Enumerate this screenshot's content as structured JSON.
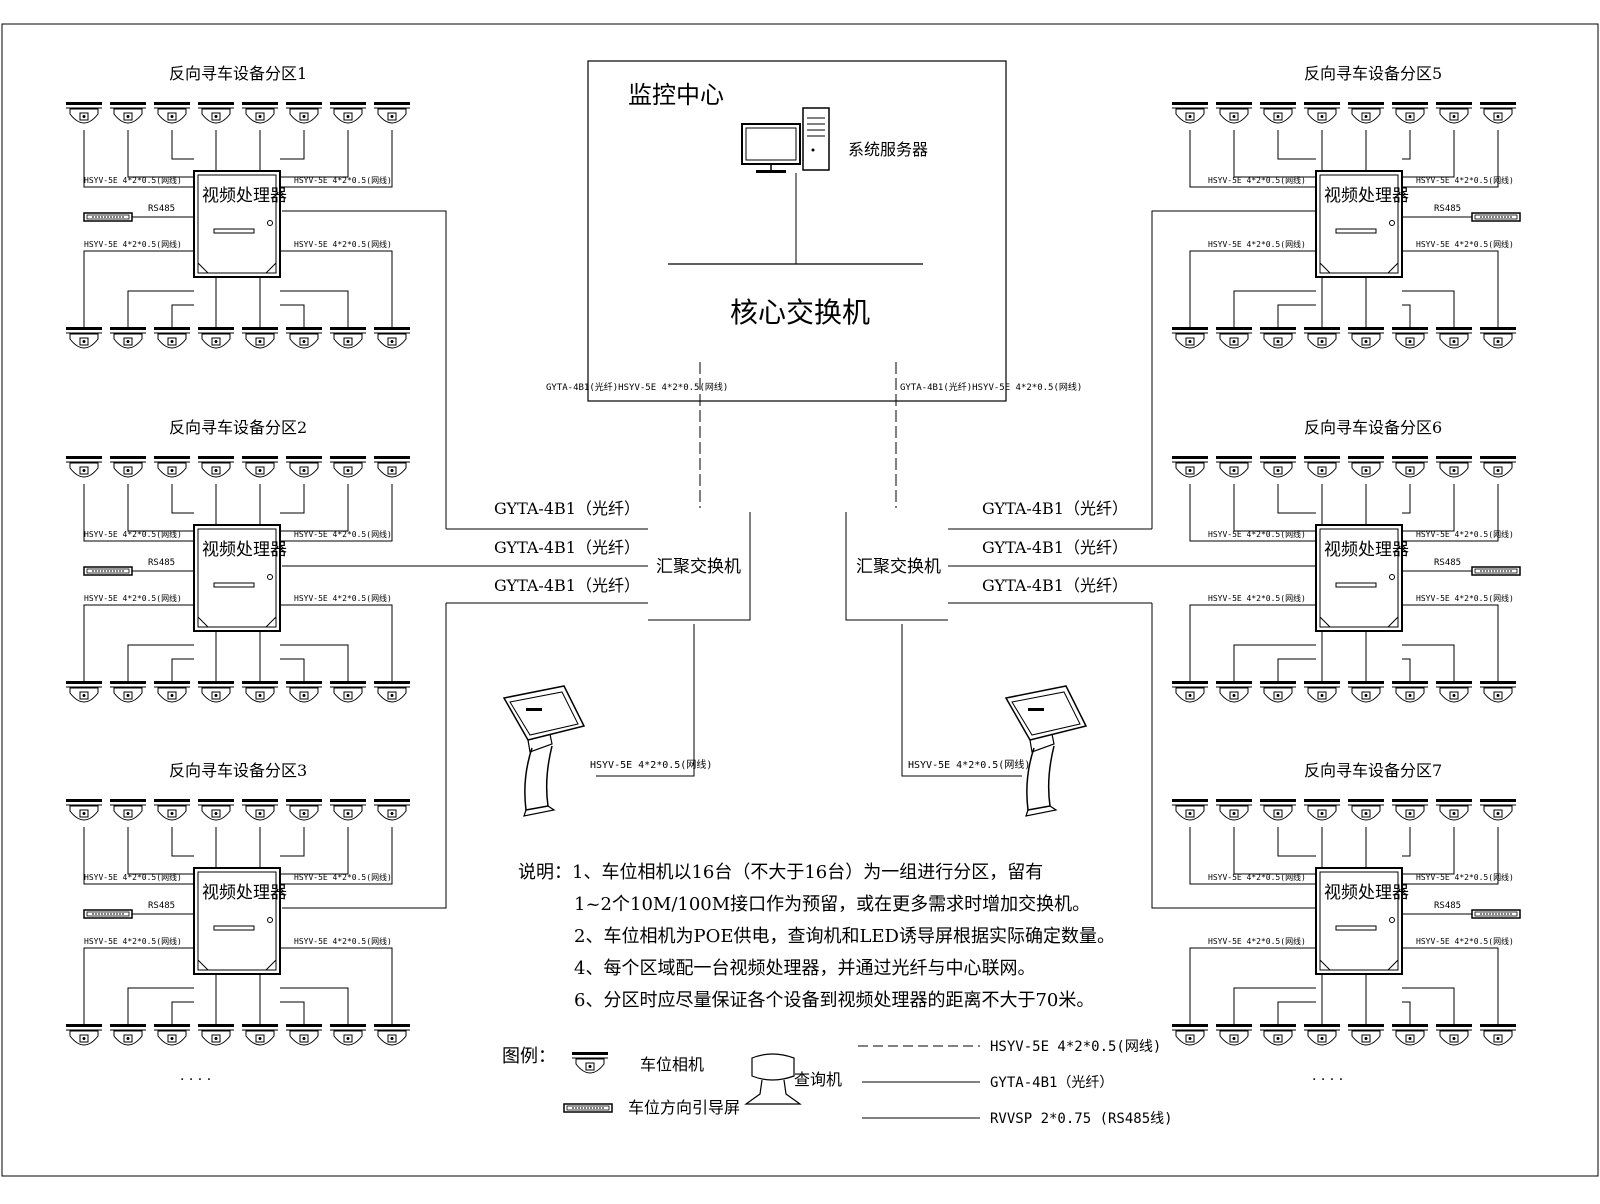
{
  "monitor_center": {
    "title": "监控中心",
    "server_label": "系统服务器",
    "core_switch_label": "核心交换机",
    "left_cable_label": "GYTA-4B1(光纤)HSYV-5E 4*2*0.5(网线)",
    "right_cable_label": "GYTA-4B1(光纤)HSYV-5E 4*2*0.5(网线)"
  },
  "aggregation": {
    "left_label": "汇聚交换机",
    "right_label": "汇聚交换机",
    "fiber_labels_left": [
      "GYTA-4B1（光纤）",
      "GYTA-4B1（光纤）",
      "GYTA-4B1（光纤）"
    ],
    "fiber_labels_right": [
      "GYTA-4B1（光纤）",
      "GYTA-4B1（光纤）",
      "GYTA-4B1（光纤）"
    ],
    "kiosk_cable_left": "HSYV-5E 4*2*0.5(网线)",
    "kiosk_cable_right": "HSYV-5E 4*2*0.5(网线)"
  },
  "zones": [
    {
      "title": "反向寻车设备分区1",
      "processor": "视频处理器",
      "rs485": "RS485",
      "cable_top": "HSYV-5E 4*2*0.5(网线)",
      "cable_bottom": "HSYV-5E 4*2*0.5(网线)"
    },
    {
      "title": "反向寻车设备分区2",
      "processor": "视频处理器",
      "rs485": "RS485",
      "cable_top": "HSYV-5E 4*2*0.5(网线)",
      "cable_bottom": "HSYV-5E 4*2*0.5(网线)"
    },
    {
      "title": "反向寻车设备分区3",
      "processor": "视频处理器",
      "rs485": "RS485",
      "cable_top": "HSYV-5E 4*2*0.5(网线)",
      "cable_bottom": "HSYV-5E 4*2*0.5(网线)"
    },
    {
      "title": "反向寻车设备分区5",
      "processor": "视频处理器",
      "rs485": "RS485",
      "cable_top": "HSYV-5E 4*2*0.5(网线)",
      "cable_bottom": "HSYV-5E 4*2*0.5(网线)"
    },
    {
      "title": "反向寻车设备分区6",
      "processor": "视频处理器",
      "rs485": "RS485",
      "cable_top": "HSYV-5E 4*2*0.5(网线)",
      "cable_bottom": "HSYV-5E 4*2*0.5(网线)"
    },
    {
      "title": "反向寻车设备分区7",
      "processor": "视频处理器",
      "rs485": "RS485",
      "cable_top": "HSYV-5E 4*2*0.5(网线)",
      "cable_bottom": "HSYV-5E 4*2*0.5(网线)"
    }
  ],
  "cameras_per_row": 8,
  "continuation_dots": "·  ·  ·  ·",
  "notes": {
    "lines": [
      "说明：1、车位相机以16台（不大于16台）为一组进行分区，留有",
      "1~2个10M/100M接口作为预留，或在更多需求时增加交换机。",
      "2、车位相机为POE供电，查询机和LED诱导屏根据实际确定数量。",
      "4、每个区域配一台视频处理器，并通过光纤与中心联网。",
      "6、分区时应尽量保证各个设备到视频处理器的距离不大于70米。"
    ]
  },
  "legend": {
    "title": "图例：",
    "camera": "车位相机",
    "screen": "车位方向引导屏",
    "kiosk": "查询机",
    "line_network": "HSYV-5E 4*2*0.5(网线)",
    "line_fiber": "GYTA-4B1（光纤）",
    "line_rs485": "RVVSP 2*0.75 (RS485线)"
  }
}
